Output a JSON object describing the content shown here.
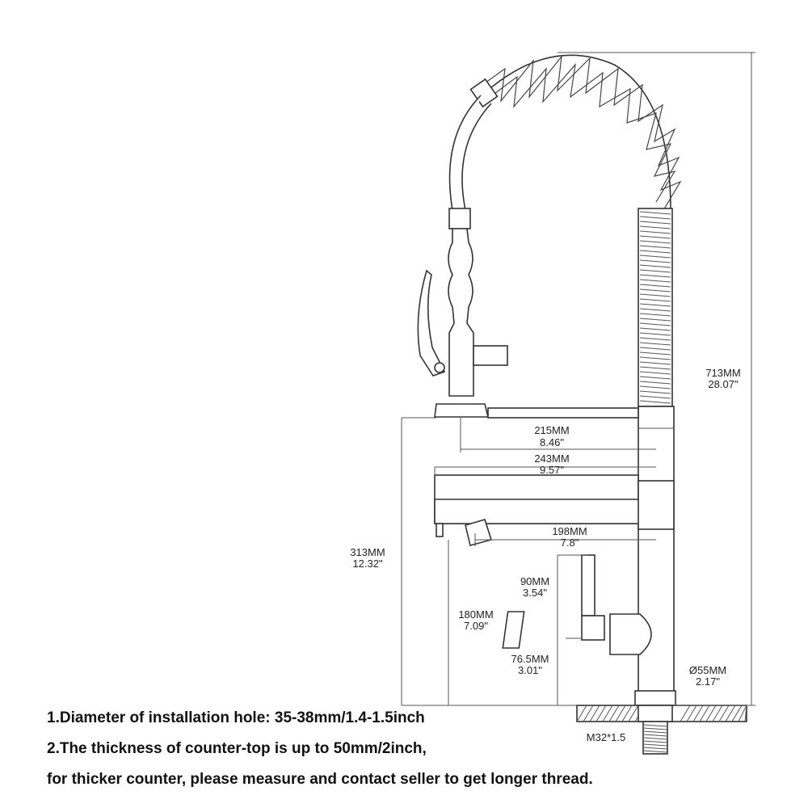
{
  "dimensions": {
    "total_height": {
      "mm": "713MM",
      "in": "28.07\""
    },
    "spray_reach": {
      "mm": "215MM",
      "in": "8.46\""
    },
    "spout_length": {
      "mm": "243MM",
      "in": "9.57\""
    },
    "spout_outlet": {
      "mm": "198MM",
      "in": "7.8\""
    },
    "spout_height": {
      "mm": "313MM",
      "in": "12.32\""
    },
    "outlet_height": {
      "mm": "180MM",
      "in": "7.09\""
    },
    "handle_length": {
      "mm": "90MM",
      "in": "3.54\""
    },
    "handle_height": {
      "mm": "76.5MM",
      "in": "3.01\""
    },
    "base_diameter": {
      "mm": "Ø55MM",
      "in": "2.17\""
    },
    "thread": "M32*1.5"
  },
  "notes": [
    "1.Diameter of installation hole: 35-38mm/1.4-1.5inch",
    "2.The thickness of counter-top is up to 50mm/2inch,",
    "for thicker counter, please measure and contact seller to get longer thread."
  ]
}
